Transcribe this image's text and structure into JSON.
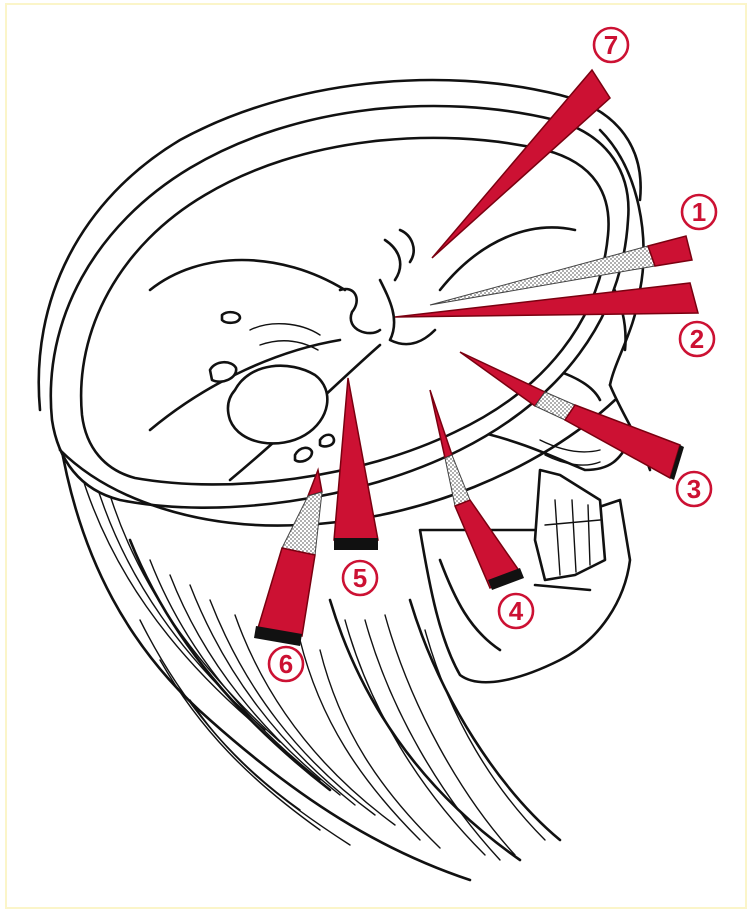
{
  "colors": {
    "arrow_fill": "#cc1133",
    "arrow_outline": "#7a0010",
    "arrow_base": "#111111",
    "stipple": "#888888",
    "label": "#cc1133",
    "line_art": "#111111",
    "frame": "#fbf5c9"
  },
  "arrows": [
    {
      "id": "arrow-1",
      "number": "1"
    },
    {
      "id": "arrow-2",
      "number": "2"
    },
    {
      "id": "arrow-3",
      "number": "3"
    },
    {
      "id": "arrow-4",
      "number": "4"
    },
    {
      "id": "arrow-5",
      "number": "5"
    },
    {
      "id": "arrow-6",
      "number": "6"
    },
    {
      "id": "arrow-7",
      "number": "7"
    }
  ]
}
